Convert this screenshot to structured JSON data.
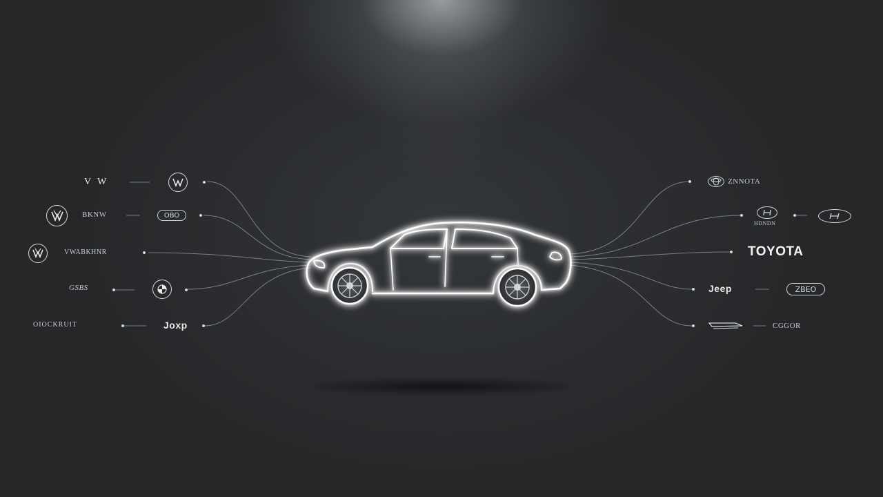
{
  "colors": {
    "background": "#2a2c2e",
    "glow": "#ffffff",
    "line": "#8a8e92",
    "text": "#e6e8ea"
  },
  "left_brands": {
    "row1_text": "V W",
    "row1_logo_icon": "vw-circle-logo-icon",
    "row2_logo_icon": "vw-circle-logo-icon",
    "row2_text": "BKNW",
    "row2_badge_text": "OBO",
    "row3_logo_icon": "vw-circle-logo-icon",
    "row3_text": "VWABKHNR",
    "row4_text": "GSBS",
    "row4_logo_icon": "bmw-circle-logo-icon",
    "row5_text": "OIOCKRUIT",
    "row5_brand": "Joxp"
  },
  "right_brands": {
    "row1_text": "ZNNOTA",
    "row1_logo_icon": "toyota-ellipse-logo-icon",
    "row2_text": "HDNDN",
    "row2_logo_icon": "hyundai-oval-logo-icon",
    "row3_text": "TOYOTA",
    "row4_text": "Jeep",
    "row4_badge_text": "ZBEO",
    "row5_text": "CGGOR",
    "row5_logo_icon": "swoosh-logo-icon"
  },
  "car": {
    "icon": "sedan-outline-icon"
  }
}
